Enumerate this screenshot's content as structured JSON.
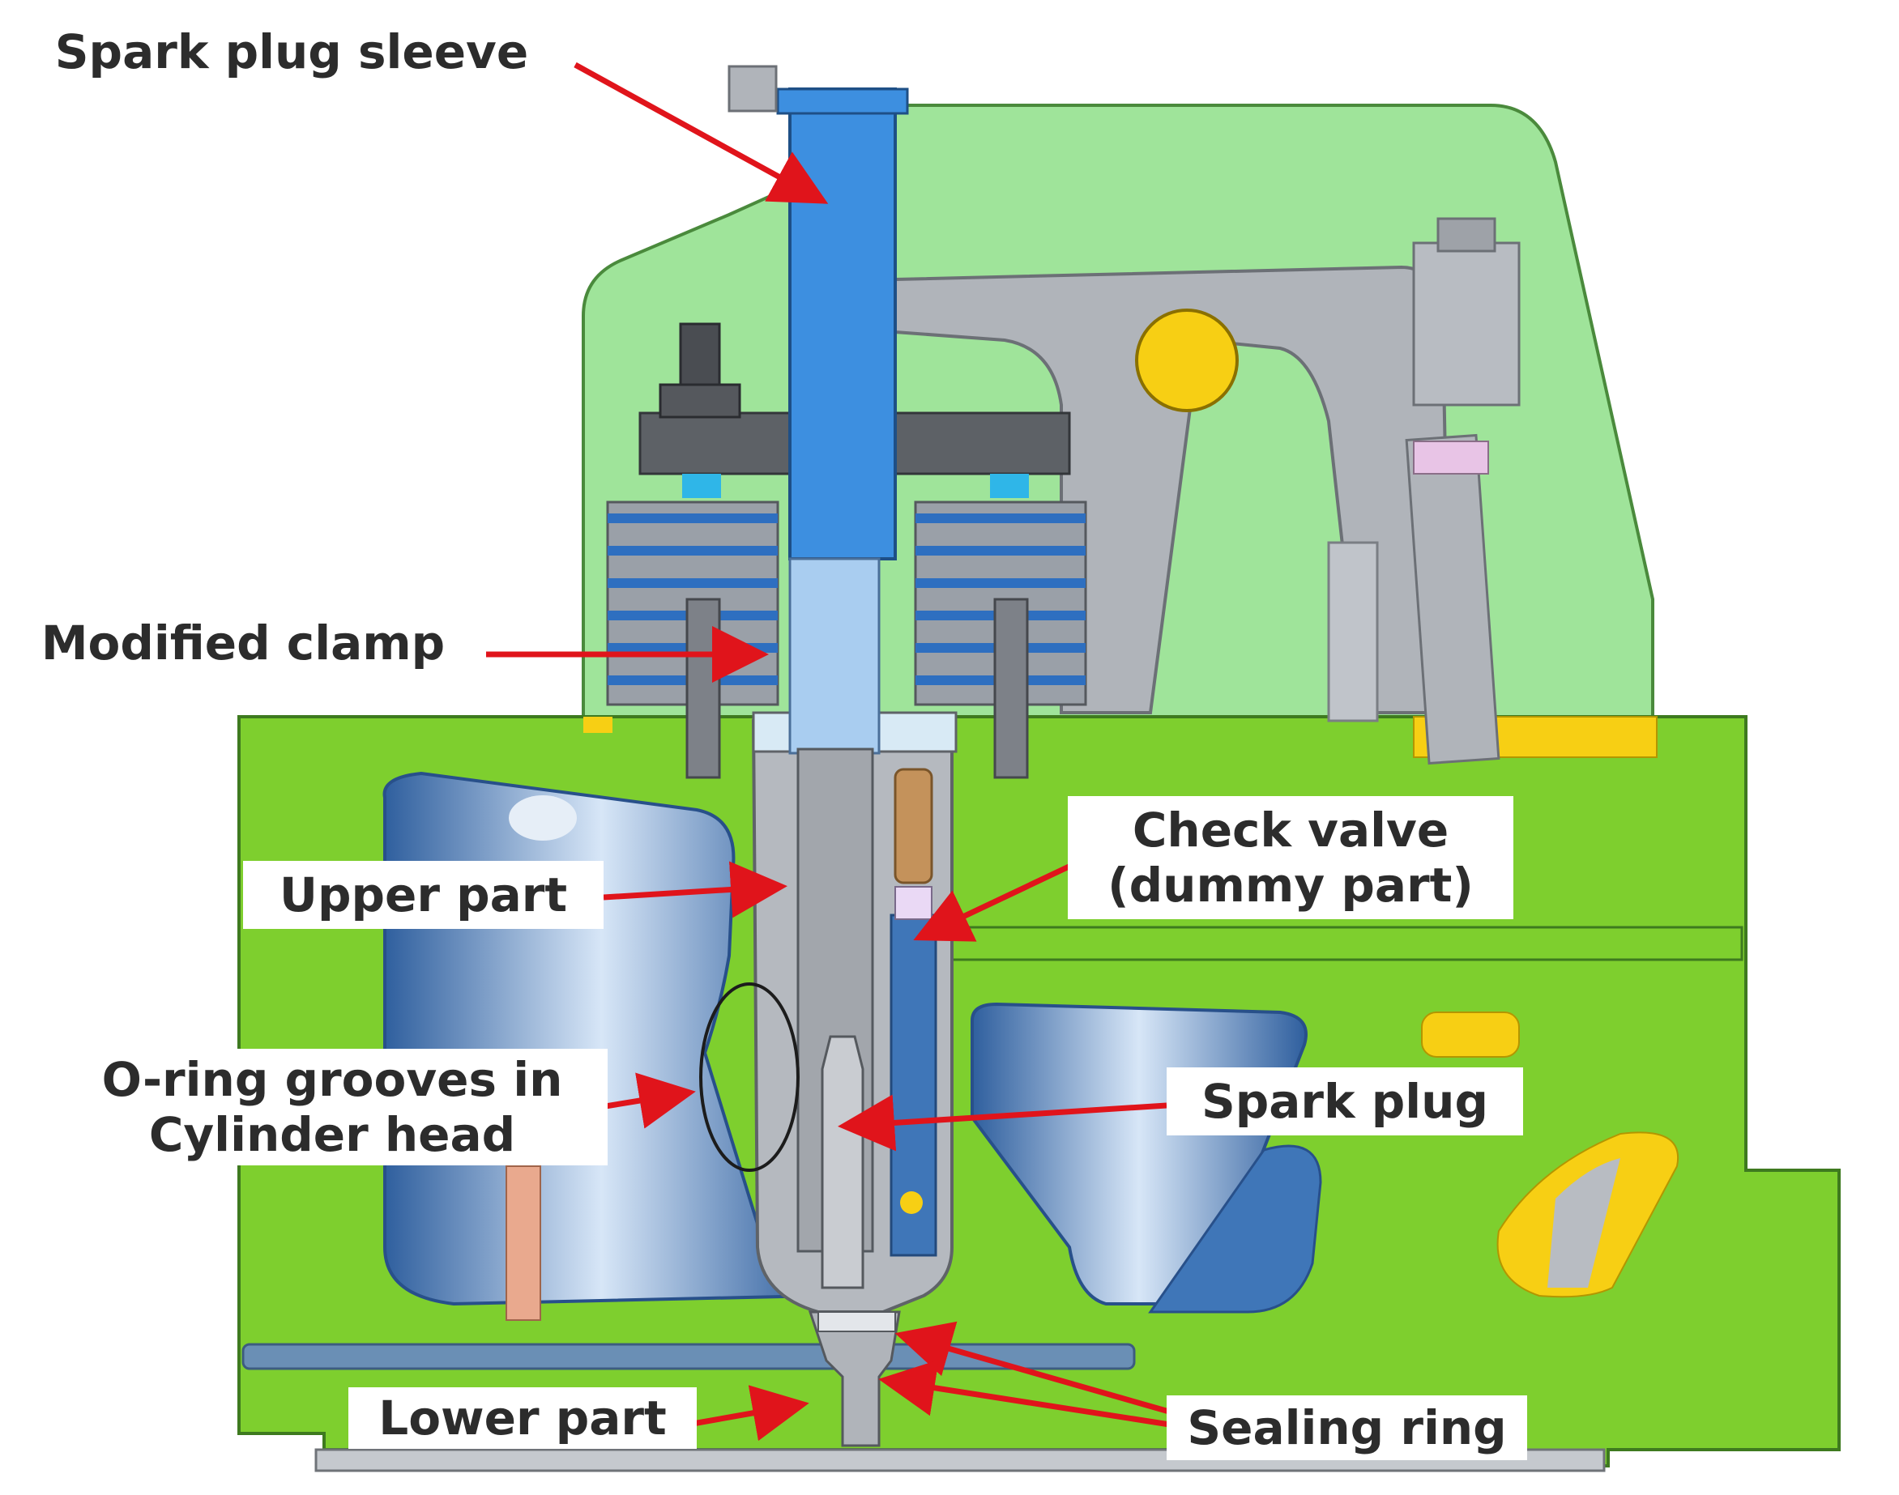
{
  "colors": {
    "head_green": "#7ecf2e",
    "cover_green": "#9fe49a",
    "sleeve_blue": "#3d8fe0",
    "water_blue": "#3f76b8",
    "gray": "#a9adb3",
    "dark_gray": "#5d6166",
    "yellow": "#f7cf14",
    "arrow_red": "#e0141b"
  },
  "labels": {
    "spark_plug_sleeve": "Spark plug sleeve",
    "modified_clamp": "Modified clamp",
    "upper_part": "Upper part",
    "check_valve_line1": "Check valve",
    "check_valve_line2": "(dummy part)",
    "o_ring_line1": "O-ring grooves in",
    "o_ring_line2": "Cylinder head",
    "spark_plug": "Spark plug",
    "lower_part": "Lower part",
    "sealing_ring": "Sealing ring"
  }
}
